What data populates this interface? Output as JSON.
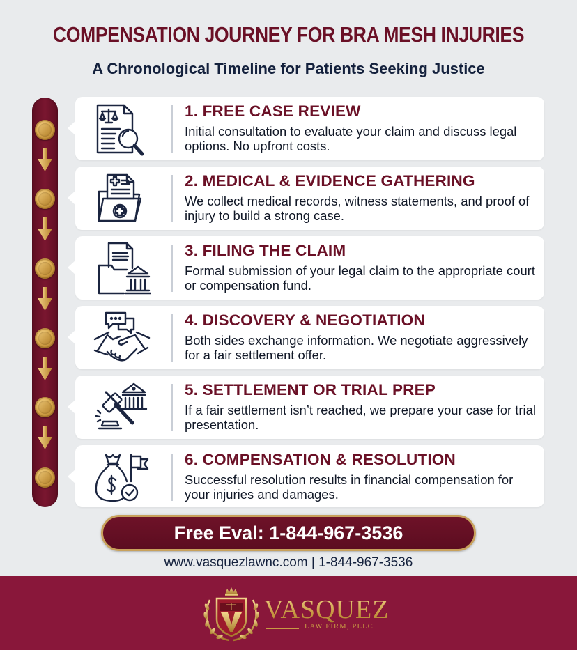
{
  "header": {
    "title": "COMPENSATION JOURNEY FOR BRA MESH INJURIES",
    "subtitle": "A Chronological Timeline for Patients Seeking Justice"
  },
  "colors": {
    "background": "#e9ebed",
    "brand_maroon": "#6a1026",
    "gold": "#c99a44",
    "footer": "#89173a",
    "text_navy": "#14213d"
  },
  "timeline": {
    "steps": [
      {
        "number": 1,
        "title": "1. FREE CASE REVIEW",
        "description": "Initial consultation to evaluate your claim and discuss legal options. No upfront costs.",
        "icon": "document-scales-magnifier-icon"
      },
      {
        "number": 2,
        "title": "2. MEDICAL & EVIDENCE GATHERING",
        "description": "We collect medical records, witness statements, and proof of injury to build a strong case.",
        "icon": "medical-folder-icon"
      },
      {
        "number": 3,
        "title": "3. FILING THE CLAIM",
        "description": "Formal submission of your legal claim to the appropriate court or compensation fund.",
        "icon": "folder-courthouse-icon"
      },
      {
        "number": 4,
        "title": "4. DISCOVERY & NEGOTIATION",
        "description": "Both sides exchange information. We negotiate aggressively for a fair settlement offer.",
        "icon": "handshake-chat-icon"
      },
      {
        "number": 5,
        "title": "5. SETTLEMENT OR TRIAL PREP",
        "description": "If a fair settlement isn’t reached, we prepare your case for trial presentation.",
        "icon": "gavel-courthouse-icon"
      },
      {
        "number": 6,
        "title": "6. COMPENSATION & RESOLUTION",
        "description": "Successful resolution results in financial compensation for your injuries and damages.",
        "icon": "money-bag-flag-check-icon"
      }
    ]
  },
  "cta": {
    "label": "Free Eval: 1-844-967-3536"
  },
  "contact": {
    "website": "www.vasquezlawnc.com",
    "separator": " | ",
    "phone": "1-844-967-3536"
  },
  "footer": {
    "brand_name": "VASQUEZ",
    "brand_sub": "LAW FIRM, PLLC"
  }
}
